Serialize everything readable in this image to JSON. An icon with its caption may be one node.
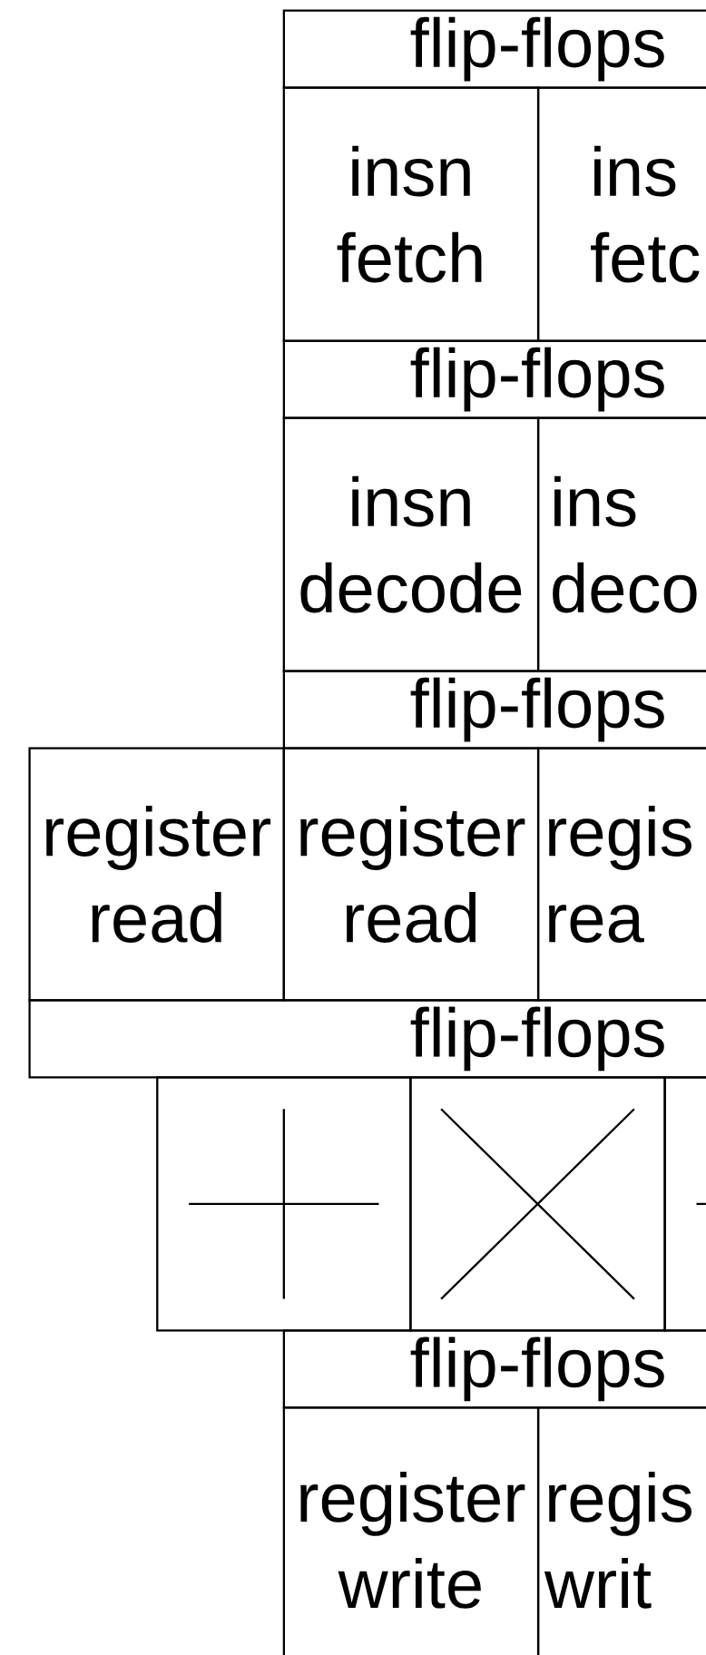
{
  "diagram": {
    "nodes": [
      {
        "text": [
          "flip-flops"
        ]
      },
      {
        "text": [
          "insn fetch"
        ]
      },
      {
        "text": [
          "ins fetc"
        ]
      },
      {
        "text": [
          "flip-flops"
        ]
      },
      {
        "text": [
          "insn decode"
        ]
      },
      {
        "text": [
          "ins deco"
        ]
      },
      {
        "text": [
          "flip-flops"
        ]
      },
      {
        "text": [
          "register read"
        ]
      },
      {
        "text": [
          "register read"
        ]
      },
      {
        "text": [
          "regis rea"
        ]
      },
      {
        "text": [
          "flip-flops"
        ]
      },
      {
        "text": [],
        "shape": "box"
      },
      {
        "text": [],
        "shape": "box"
      },
      {
        "text": [],
        "shape": "box"
      },
      {
        "text": [
          "flip-flops"
        ]
      },
      {
        "text": [
          "register write"
        ]
      },
      {
        "text": [
          "regis writ"
        ]
      }
    ]
  }
}
